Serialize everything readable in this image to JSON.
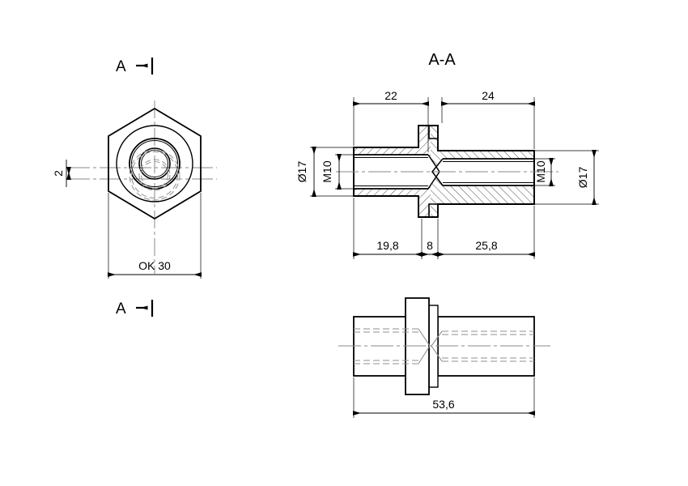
{
  "drawing": {
    "type": "engineering-drawing",
    "description": "Hexagonal standoff / spacer with M10 threaded bores - front view and A-A section",
    "background_color": "#ffffff",
    "line_color": "#000000",
    "hatch_color": "#000000",
    "hidden_line_color": "#808080",
    "center_line_color": "#808080",
    "dimension_color": "#000000"
  },
  "views": {
    "front": {
      "name": "front-hexagon-view",
      "section_marker_top": "A",
      "section_marker_bottom": "A",
      "width_dimension": "OK 30",
      "small_dimension": "2"
    },
    "section": {
      "name": "section-view",
      "title": "A-A",
      "top_dimensions": [
        "22",
        "24"
      ],
      "bottom_dimensions": [
        "19,8",
        "8",
        "25,8"
      ],
      "left_labels": [
        "Ø17",
        "M10"
      ],
      "right_labels": [
        "M10",
        "Ø17"
      ]
    },
    "bottom": {
      "name": "side-elevation-view",
      "length_dimension": "53,6"
    }
  },
  "labels": {
    "section_a_top": "A",
    "section_a_bottom": "A",
    "title_aa": "A-A",
    "ok30": "OK 30",
    "two": "2",
    "d22": "22",
    "d24": "24",
    "d198": "19,8",
    "d8": "8",
    "d258": "25,8",
    "dia17_left": "Ø17",
    "m10_left": "M10",
    "m10_right": "M10",
    "dia17_right": "Ø17",
    "len536": "53,6"
  }
}
